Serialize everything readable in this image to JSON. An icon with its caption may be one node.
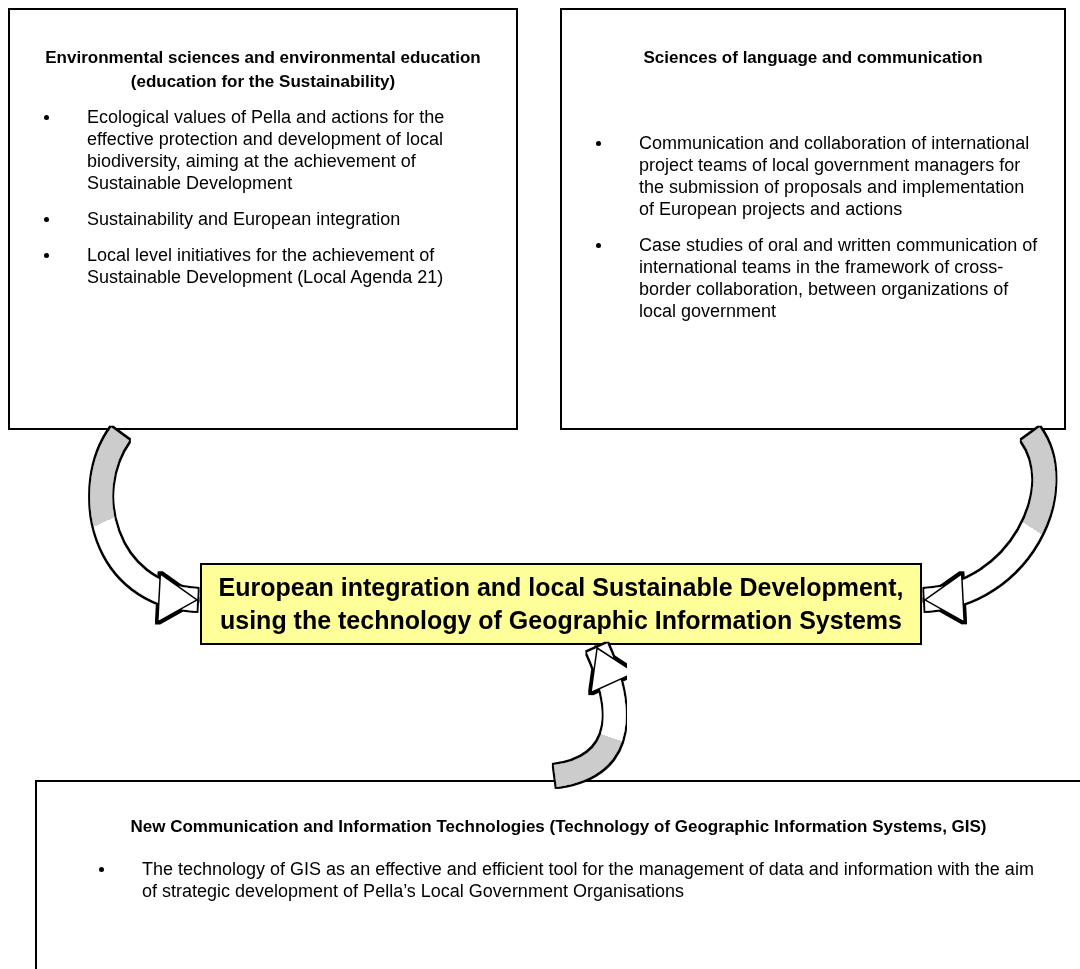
{
  "diagram": {
    "nodes": [
      {
        "text": [
          "Environmental sciences and environmental education (education for the Sustainability)",
          "Ecological values of Pella and actions for the effective protection and development of local biodiversity, aiming at the achievement of Sustainable Development",
          "Sustainability and European integration",
          "Local level initiatives for the achievement of Sustainable Development  (Local Agenda 21)"
        ]
      },
      {
        "text": [
          "Sciences of language and communication",
          "Communication and collaboration of international project teams of local government managers for the submission of proposals and implementation of European projects and actions",
          "Case studies of oral and written communication of international teams in the framework of cross-border collaboration, between organizations of local government"
        ]
      },
      {
        "text": [
          "European integration and local Sustainable Development, using the technology of Geographic Information Systems"
        ]
      },
      {
        "text": [
          "New Communication and Information Technologies (Technology of Geographic Information Systems, GIS)",
          "The technology of GIS as an effective and efficient tool for the management of data and information with the aim of strategic development of Pella’s Local Government Organisations"
        ]
      }
    ],
    "edges": [
      {
        "from": 0,
        "to": 2,
        "arrow": "to"
      },
      {
        "from": 1,
        "to": 2,
        "arrow": "to"
      },
      {
        "from": 3,
        "to": 2,
        "arrow": "to"
      }
    ]
  }
}
